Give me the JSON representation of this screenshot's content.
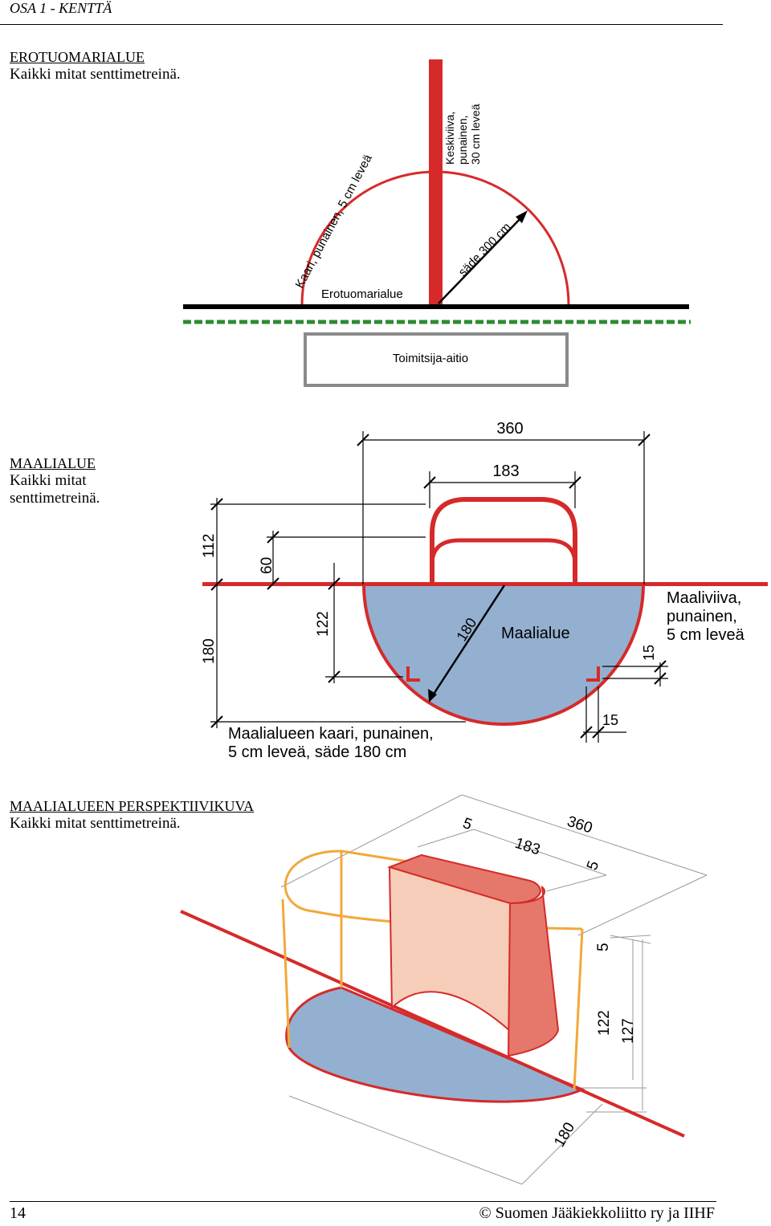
{
  "header": {
    "running_title": "OSA 1  -  KENTTÄ"
  },
  "sections": [
    {
      "title": "EROTUOMARIALUE",
      "subtitle": "Kaikki mitat senttimetreinä."
    },
    {
      "title": "MAALIALUE",
      "subtitle": "Kaikki mitat senttimetreinä."
    },
    {
      "title": "MAALIALUEEN PERSPEKTIIVIKUVA",
      "subtitle": "Kaikki mitat senttimetreinä."
    }
  ],
  "referee_figure": {
    "arc_label": "Kaari, punainen, 5 cm leveä",
    "center_line_label": [
      "Keskiviiva,",
      "punainen,",
      "30 cm leveä"
    ],
    "radius_label": "säde 300 cm",
    "area_label": "Erotuomarialue",
    "bench_label": "Toimitsija-aitio"
  },
  "goal_figure": {
    "dims": {
      "width_total": "360",
      "goal_width": "183",
      "depth_112": "112",
      "depth_60": "60",
      "depth_122": "122",
      "depth_180": "180",
      "radius_180": "180",
      "notch_15_v": "15",
      "notch_15_h": "15"
    },
    "crease_label": "Maalialue",
    "goal_line_label": [
      "Maaliviiva,",
      "punainen,",
      "5 cm leveä"
    ],
    "arc_label": [
      "Maalialueen kaari, punainen,",
      "5 cm leveä, säde 180 cm"
    ]
  },
  "perspective_figure": {
    "dims": {
      "d5_top": "5",
      "d183": "183",
      "d360": "360",
      "d5_side": "5",
      "d5_vert": "5",
      "d122": "122",
      "d127": "127",
      "d180": "180"
    }
  },
  "footer": {
    "page_number": "14",
    "copyright": "© Suomen Jääkiekkoliitto ry ja IIHF"
  },
  "colors": {
    "red": "#d62a2a",
    "green_dashed": "#2e8b34",
    "crease_blue": "#94b0d0",
    "goal_orange": "#f2a83a",
    "net_light": "#f6cdb8",
    "net_dark": "#e5786a"
  }
}
